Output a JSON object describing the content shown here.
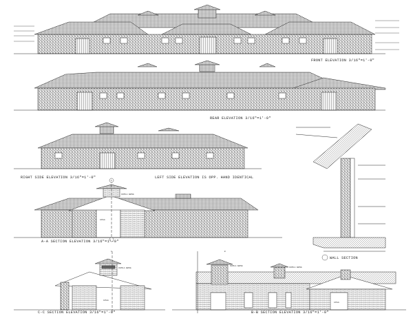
{
  "sheet": {
    "views": {
      "front": {
        "title": "FRONT ELEVATION",
        "scale": "3/16\"=1'-0\""
      },
      "rear": {
        "title": "REAR ELEVATION",
        "scale": "3/16\"=1'-0\""
      },
      "right": {
        "title": "RIGHT SIDE ELEVATION",
        "scale": "3/16\"=1'-0\""
      },
      "left_note": "LEFT SIDE ELEVATION IS OPP. HAND IDENTICAL",
      "aa": {
        "title": "A-A SECTION ELEVATION",
        "scale": "3/16\"=1'-0\""
      },
      "cc": {
        "title": "C-C SECTION ELEVATION",
        "scale": "3/16\"=1'-0\""
      },
      "bb": {
        "title": "B-B SECTION ELEVATION",
        "scale": "3/16\"=1'-0\""
      },
      "wall": {
        "title": "WALL SECTION"
      }
    },
    "notes": {
      "cupola": "CUPOLA ABOVE",
      "aisle": "AISLE",
      "section_marker_a": "A",
      "section_marker_b": "B",
      "section_marker_c": "C"
    }
  }
}
